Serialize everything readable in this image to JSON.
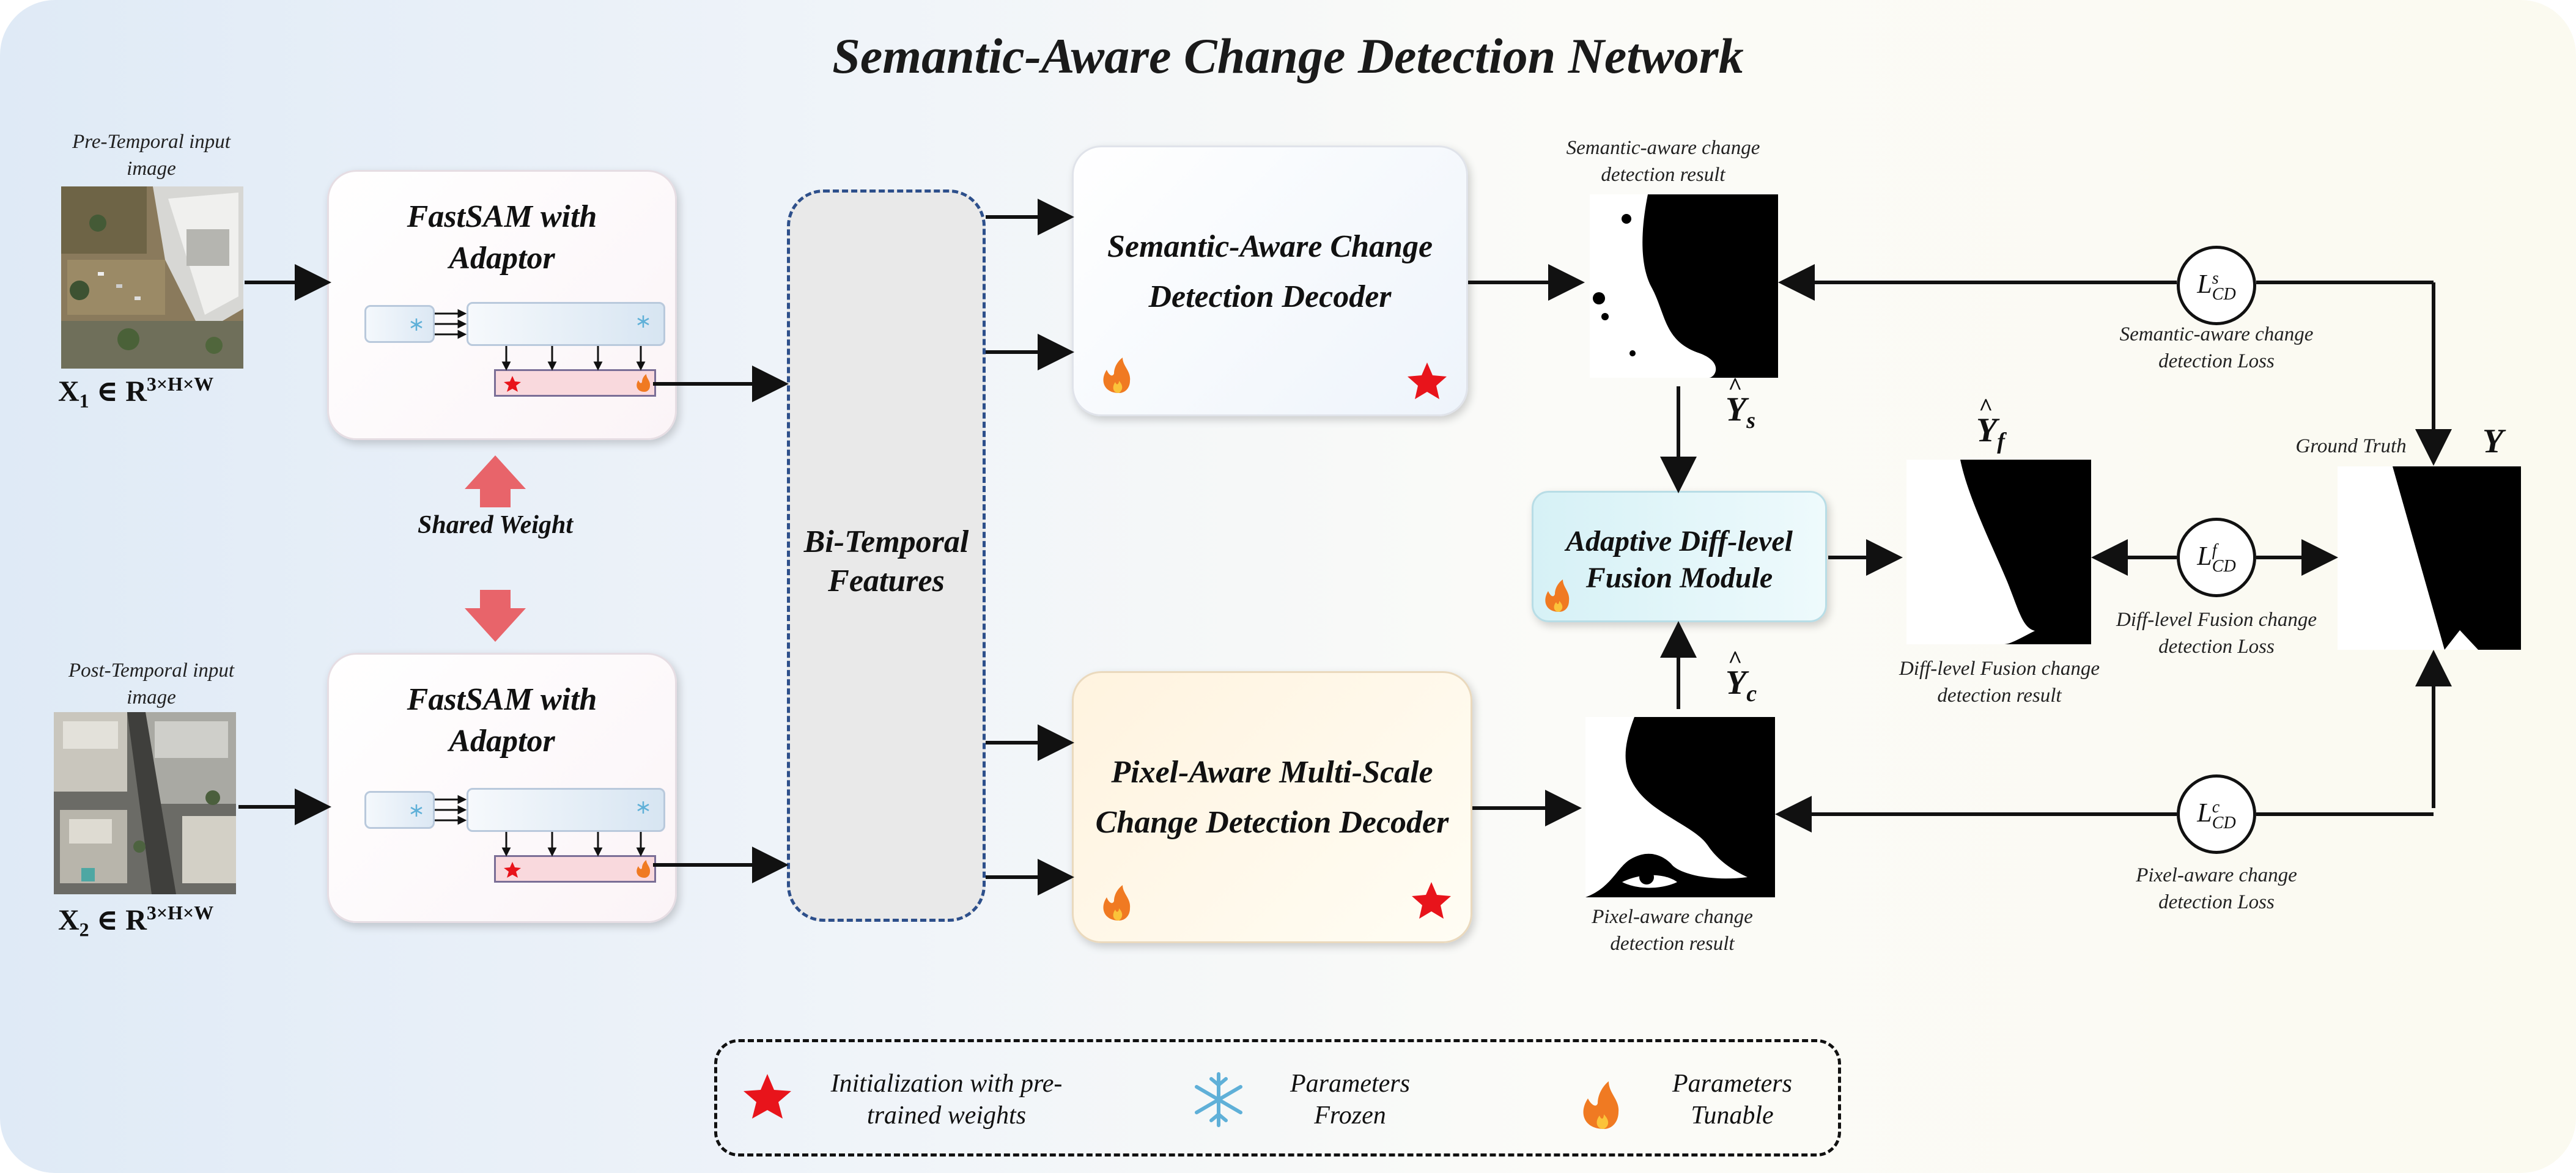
{
  "title": "Semantic-Aware Change Detection Network",
  "inputs": {
    "pre_caption": "Pre-Temporal input image",
    "post_caption": "Post-Temporal input image",
    "x1_label": "X",
    "x1_sub": "1",
    "x1_rest": " ∈ R",
    "x1_sup": "3×H×W",
    "x2_label": "X",
    "x2_sub": "2",
    "x2_rest": " ∈ R",
    "x2_sup": "3×H×W"
  },
  "encoder": {
    "top_title": "FastSAM with Adaptor",
    "bottom_title": "FastSAM with Adaptor",
    "shared_weight": "Shared Weight"
  },
  "features": {
    "label": "Bi-Temporal Features"
  },
  "decoders": {
    "semantic": "Semantic-Aware Change Detection Decoder",
    "pixel": "Pixel-Aware Multi-Scale Change Detection Decoder"
  },
  "fusion": {
    "label": "Adaptive Diff-level Fusion Module"
  },
  "results": {
    "semantic_caption": "Semantic-aware change detection result",
    "pixel_caption": "Pixel-aware change detection result",
    "fusion_caption": "Diff-level Fusion change detection result",
    "ground_truth_caption": "Ground Truth",
    "ys": "Y",
    "ys_sub": "s",
    "yc": "Y",
    "yc_sub": "c",
    "yf": "Y",
    "yf_sub": "f",
    "y": "Y"
  },
  "losses": {
    "semantic_symbol": "L",
    "semantic_sup": "s",
    "semantic_sub": "CD",
    "semantic_caption": "Semantic-aware change detection Loss",
    "fusion_symbol": "L",
    "fusion_sup": "f",
    "fusion_sub": "CD",
    "fusion_caption": "Diff-level Fusion change detection Loss",
    "pixel_symbol": "L",
    "pixel_sup": "c",
    "pixel_sub": "CD",
    "pixel_caption": "Pixel-aware change detection Loss"
  },
  "legend": {
    "star_text": "Initialization with pre-trained weights",
    "frozen_text": "Parameters Frozen",
    "tunable_text": "Parameters Tunable"
  },
  "colors": {
    "star": "#e8141b",
    "snowflake": "#5fb0d8",
    "flame_outer": "#f07a22",
    "flame_inner": "#fbc33a",
    "shared_arrow": "#e8646a",
    "features_border": "#2d4f8b"
  },
  "icons": {
    "star": "star-icon",
    "snowflake": "snowflake-icon",
    "flame": "flame-icon"
  }
}
